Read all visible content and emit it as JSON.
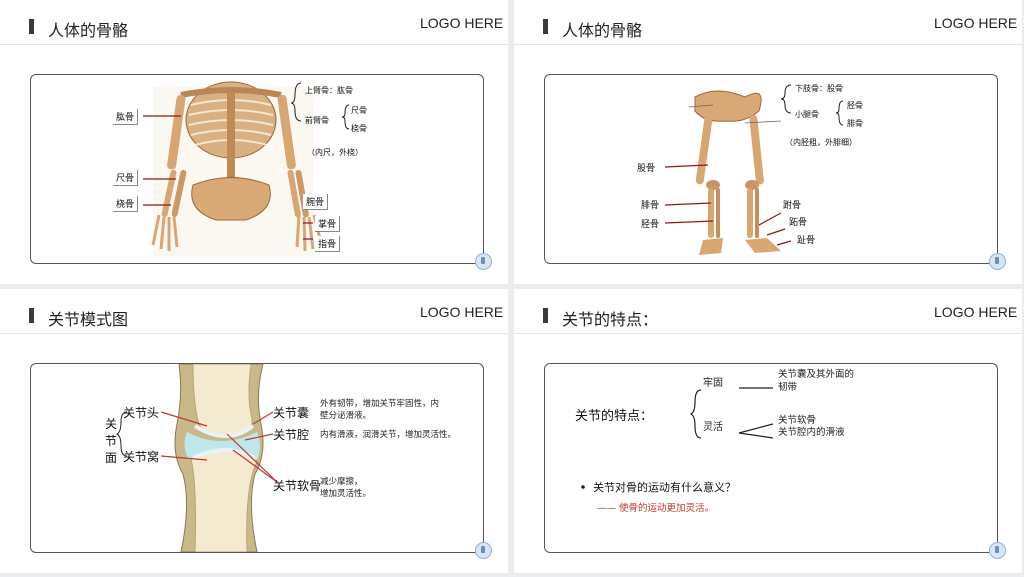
{
  "slides": [
    {
      "title": "人体的骨骼",
      "logo": "LOGO HERE",
      "labels": {
        "humerus": "肱骨",
        "ulna": "尺骨",
        "radius": "桡骨",
        "upper_arm": "上臂骨：肱骨",
        "forearm": "前臂骨",
        "ulna2": "尺骨",
        "radius2": "桡骨",
        "inner_outer": "（内尺，外桡）",
        "carpal": "腕骨",
        "metacarpal": "掌骨",
        "phalanx": "指骨"
      }
    },
    {
      "title": "人体的骨骼",
      "logo": "LOGO HERE",
      "labels": {
        "lower_limb": "下肢骨：股骨",
        "shank": "小腿骨",
        "tibia": "胫骨",
        "fibula": "腓骨",
        "note": "（内胫粗，外腓细）",
        "femur": "股骨",
        "fibula_l": "腓骨",
        "tibia_l": "胫骨",
        "tarsal": "跗骨",
        "metatarsal": "跖骨",
        "toe": "趾骨"
      }
    },
    {
      "title": "关节模式图",
      "logo": "LOGO HERE",
      "labels": {
        "joint_v": "关节面",
        "head": "关节头",
        "socket": "关节窝",
        "capsule": "关节囊",
        "cavity": "关节腔",
        "cartilage": "关节软骨",
        "capsule_desc_1": "外有韧带，增加关节牢固性，内",
        "capsule_desc_2": "壁分泌滑液。",
        "cavity_desc": "内有滑液，润滑关节，增加灵活性。",
        "cartilage_desc_1": "减少摩擦，",
        "cartilage_desc_2": "增加灵活性。"
      }
    },
    {
      "title": "关节的特点：",
      "logo": "LOGO HERE",
      "main": "关节的特点：",
      "firm": "牢固",
      "flexible": "灵活",
      "firm_desc_1": "关节囊及其外面的",
      "firm_desc_2": "韧带",
      "flex_desc_1": "关节软骨",
      "flex_desc_2": "关节腔内的滑液",
      "question": "关节对骨的运动有什么意义？",
      "answer": "—— 使骨的运动更加灵活。",
      "answer_color": "#c0392b"
    }
  ]
}
